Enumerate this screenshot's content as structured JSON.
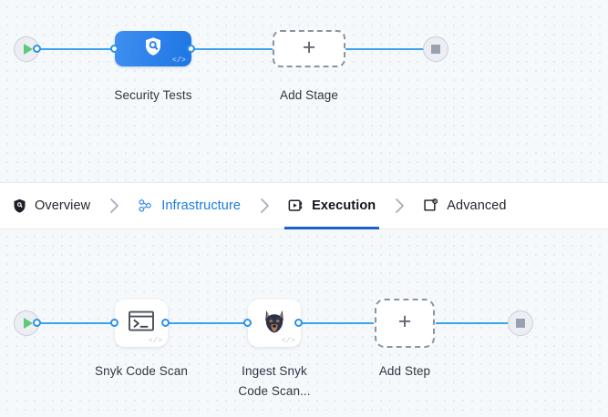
{
  "tabs": [
    {
      "label": "Overview",
      "icon": "shield-icon",
      "state": "default"
    },
    {
      "label": "Infrastructure",
      "icon": "hexagon-nodes-icon",
      "state": "link"
    },
    {
      "label": "Execution",
      "icon": "play-screen-icon",
      "state": "active"
    },
    {
      "label": "Advanced",
      "icon": "window-gear-icon",
      "state": "default"
    }
  ],
  "separator": "›",
  "stage_graph": {
    "start_node": {
      "icon": "play-icon",
      "name": "pipeline-start"
    },
    "end_node": {
      "icon": "stop-icon",
      "name": "pipeline-end"
    },
    "nodes": [
      {
        "label": "Security Tests",
        "icon": "shield-search-icon",
        "code_glyph": "</>",
        "type": "stage"
      },
      {
        "label": "Add Stage",
        "icon": "plus-icon",
        "type": "add-placeholder"
      }
    ]
  },
  "step_graph": {
    "start_node": {
      "icon": "play-icon",
      "name": "stage-start"
    },
    "end_node": {
      "icon": "stop-icon",
      "name": "stage-end"
    },
    "nodes": [
      {
        "label": "Snyk Code Scan",
        "icon": "terminal-icon",
        "code_glyph": "</>",
        "type": "step"
      },
      {
        "label_line1": "Ingest Snyk",
        "label_line2": "Code Scan...",
        "icon": "snyk-doberman-icon",
        "code_glyph": "</>",
        "type": "step"
      },
      {
        "label": "Add Step",
        "icon": "plus-icon",
        "type": "add-placeholder"
      }
    ]
  },
  "colors": {
    "accent_blue": "#1b7ae0",
    "edge_blue": "#3aa2ef",
    "active_underline": "#1b5fd0",
    "stage_gradient_from": "#3f8ff0",
    "stage_gradient_to": "#1d76e2",
    "start_green": "#5ec97b",
    "stop_gray": "#9aa1ae",
    "canvas_bg": "#f6f9fc",
    "dot_grid": "#dde5ed"
  },
  "plus_symbol": "+"
}
